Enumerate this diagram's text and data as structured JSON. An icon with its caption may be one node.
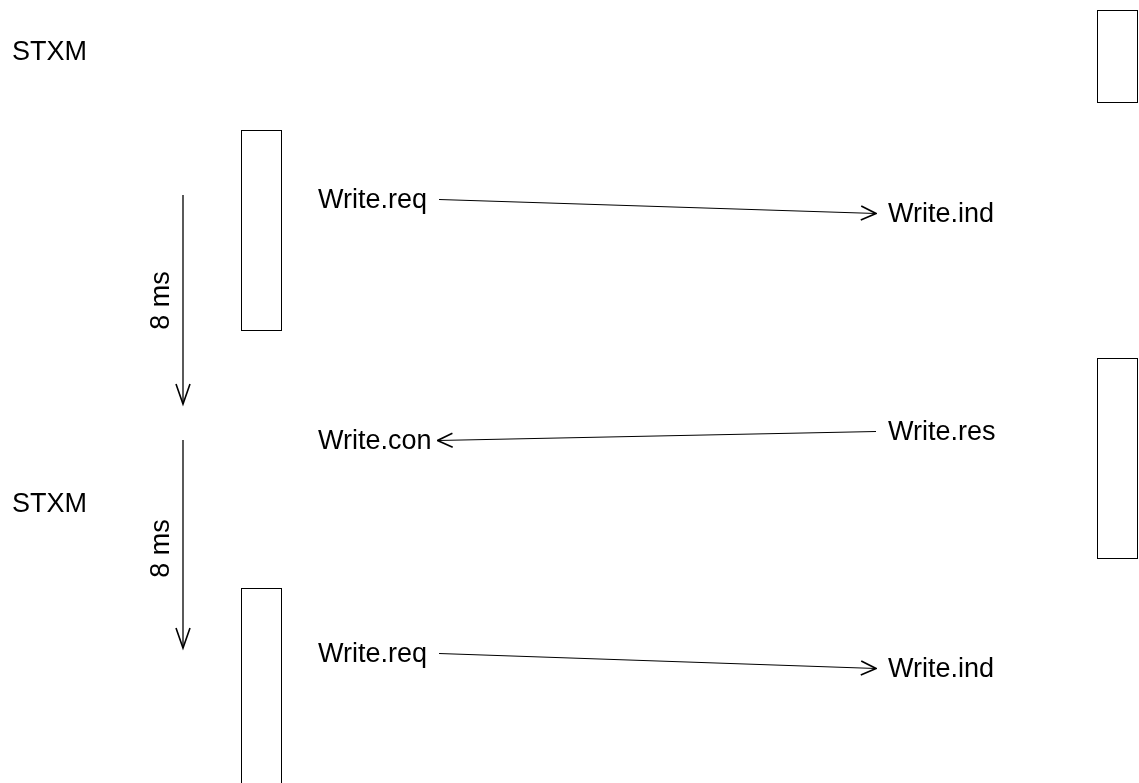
{
  "diagram": {
    "nodes": [
      {
        "text": [
          "Write.req"
        ]
      },
      {
        "text": [
          "Write.ind"
        ]
      },
      {
        "text": [
          "Write.con"
        ]
      },
      {
        "text": [
          "Write.res"
        ]
      },
      {
        "text": [
          "Write.req"
        ]
      },
      {
        "text": [
          "Write.ind"
        ]
      },
      {
        "text": [],
        "shape": "bar"
      },
      {
        "text": [],
        "shape": "bar"
      },
      {
        "text": [],
        "shape": "bar"
      },
      {
        "text": [],
        "shape": "bar"
      }
    ],
    "edges": [
      {
        "from": 0,
        "to": 1,
        "arrow": "to"
      },
      {
        "from": 3,
        "to": 2,
        "arrow": "to"
      },
      {
        "from": 4,
        "to": 5,
        "arrow": "to"
      }
    ],
    "labels": [
      "STXM",
      "8 ms",
      "STXM",
      "8 ms"
    ]
  }
}
